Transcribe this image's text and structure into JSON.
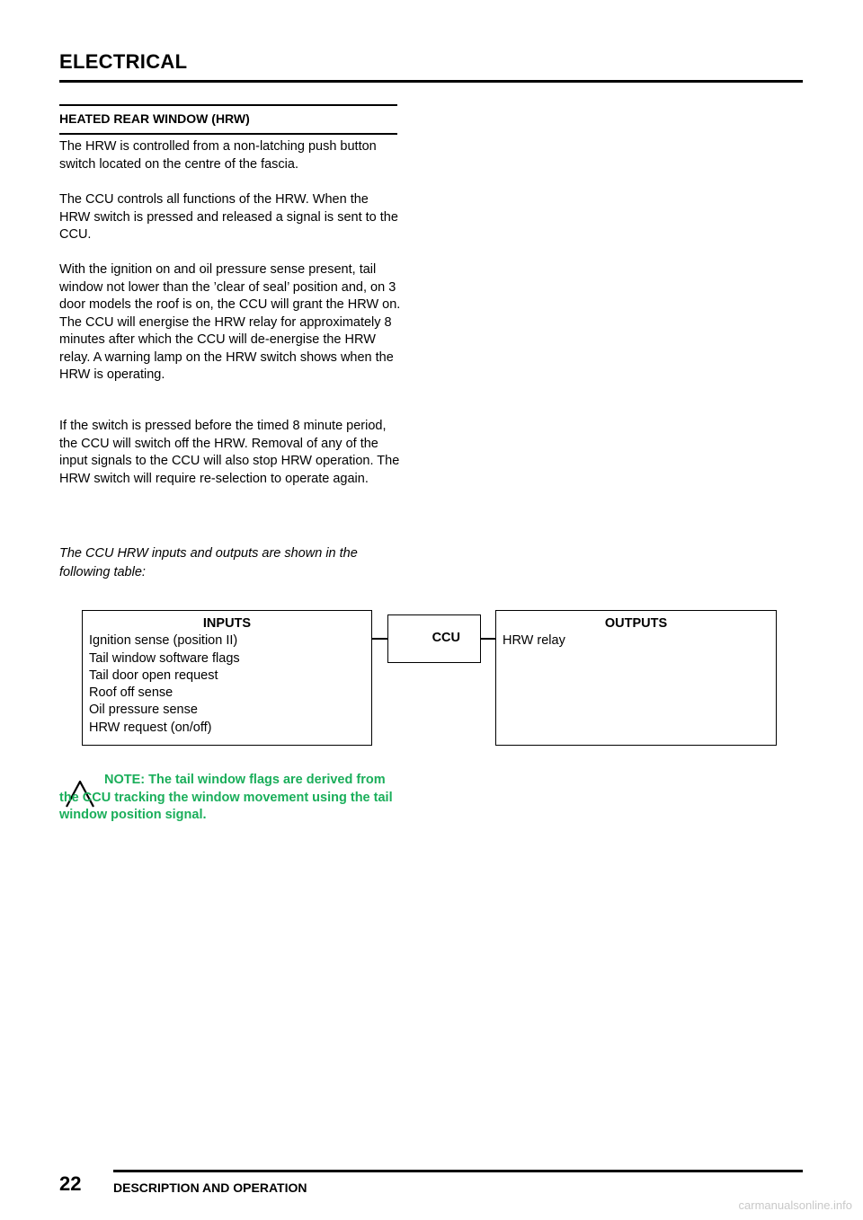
{
  "header": {
    "title": "ELECTRICAL"
  },
  "section": {
    "title": "HEATED REAR WINDOW (HRW)"
  },
  "paragraphs": [
    "The HRW is controlled from a non-latching push button switch located on the centre of the fascia.",
    "The CCU controls all functions of the HRW. When the HRW switch is pressed and released a signal is sent to the CCU.",
    "With the ignition on and oil pressure sense present, tail window not lower than the ’clear of seal’ position and, on 3 door models the roof is on, the CCU will grant the HRW on. The CCU will energise the HRW relay for approximately 8 minutes after which the CCU will de-energise the HRW relay. A warning lamp on the HRW switch shows when the HRW is operating.",
    "If the switch is pressed before the timed 8 minute period, the CCU will switch off the HRW. Removal of any of the input signals to the CCU will also stop HRW operation. The HRW switch will require re-selection to operate again.",
    "The CCU HRW inputs and outputs are shown in the following table:"
  ],
  "table": {
    "inputs": {
      "title": "INPUTS",
      "items": [
        "Ignition sense (position II)",
        "Tail window software flags",
        "Tail door open request",
        "Roof off sense",
        "Oil pressure sense",
        "HRW request (on/off)"
      ]
    },
    "ccu": {
      "label": "CCU"
    },
    "outputs": {
      "title": "OUTPUTS",
      "items": [
        "HRW relay"
      ]
    }
  },
  "note": {
    "text": "NOTE: The tail window flags are derived from the CCU tracking the window movement using the tail window position signal.",
    "icon": "warning-triangle-icon",
    "color": "#1aae5a"
  },
  "footer": {
    "page_number": "22",
    "section_name": "DESCRIPTION AND OPERATION"
  },
  "watermark": {
    "text": "carmanualsonline.info"
  }
}
